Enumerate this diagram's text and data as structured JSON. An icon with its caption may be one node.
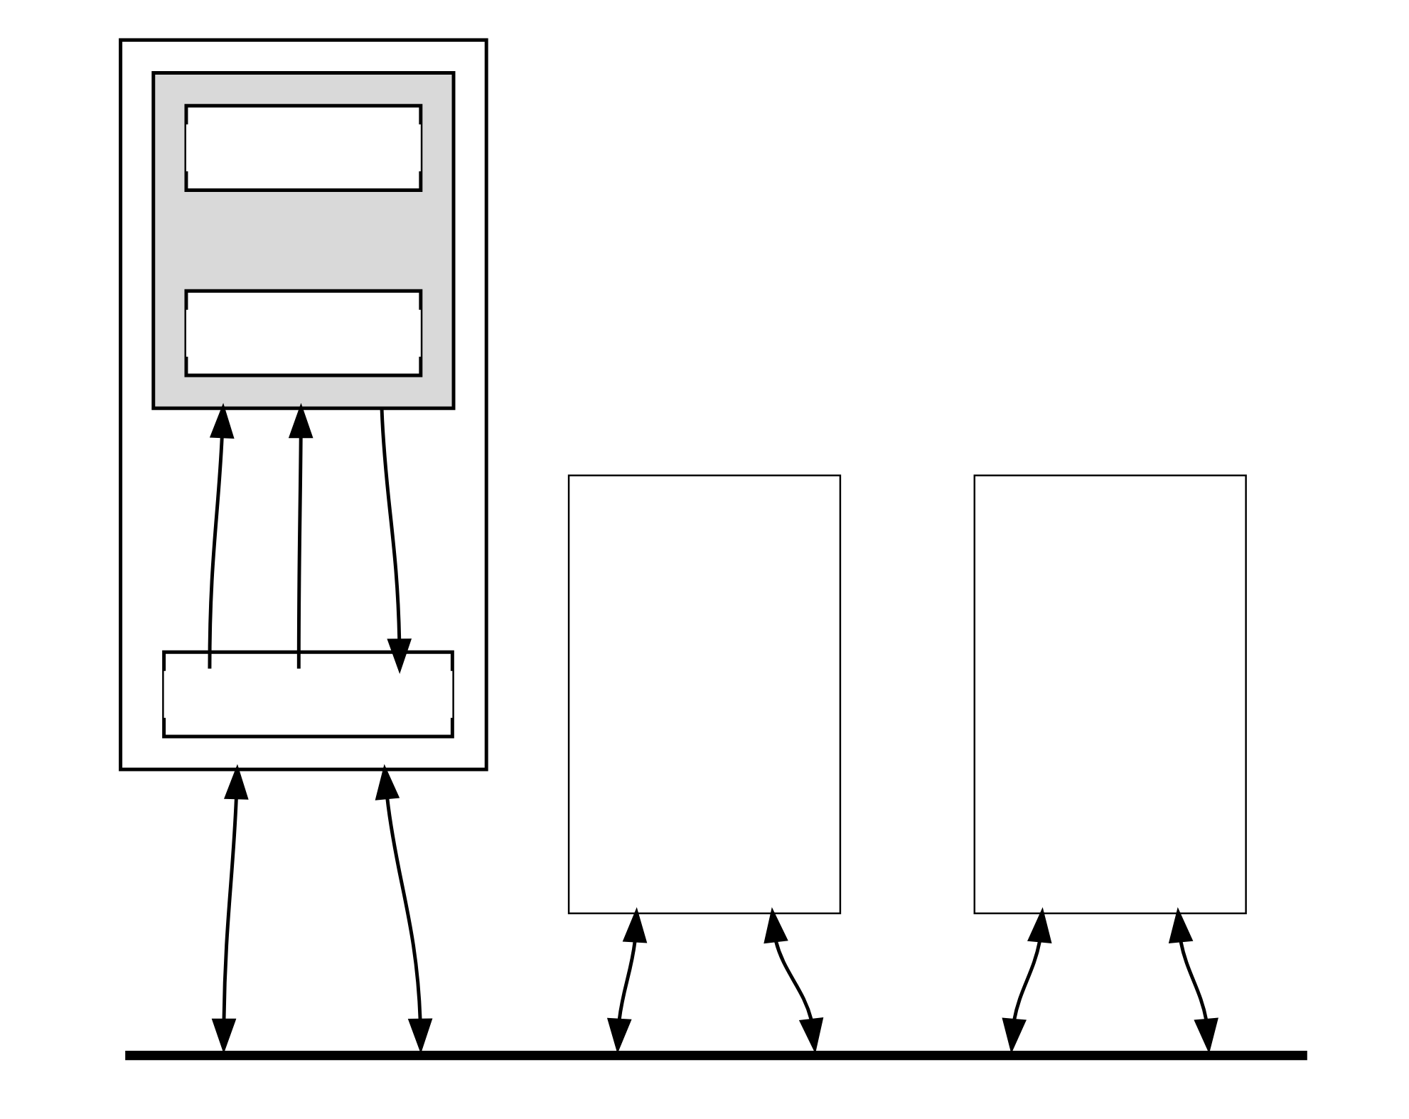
{
  "diagram": {
    "nodes": [
      {
        "text": [],
        "shape": "box"
      },
      {
        "text": [],
        "shape": "box",
        "in": 0
      },
      {
        "text": [],
        "shape": "box",
        "in": 1
      },
      {
        "text": [],
        "shape": "box",
        "in": 1
      },
      {
        "text": [],
        "shape": "box",
        "in": 0
      },
      {
        "text": [],
        "shape": "box"
      },
      {
        "text": [],
        "shape": "box"
      },
      {
        "text": [],
        "shape": "bar"
      }
    ],
    "edges": [
      {
        "from": 4,
        "to": 1,
        "arrow": "to"
      },
      {
        "from": 4,
        "to": 1,
        "arrow": "to"
      },
      {
        "from": 1,
        "to": 4,
        "arrow": "to"
      },
      {
        "from": 0,
        "to": 7,
        "arrow": "both"
      },
      {
        "from": 0,
        "to": 7,
        "arrow": "both"
      },
      {
        "from": 5,
        "to": 7,
        "arrow": "both"
      },
      {
        "from": 5,
        "to": 7,
        "arrow": "both"
      },
      {
        "from": 6,
        "to": 7,
        "arrow": "both"
      },
      {
        "from": 6,
        "to": 7,
        "arrow": "both"
      }
    ]
  }
}
